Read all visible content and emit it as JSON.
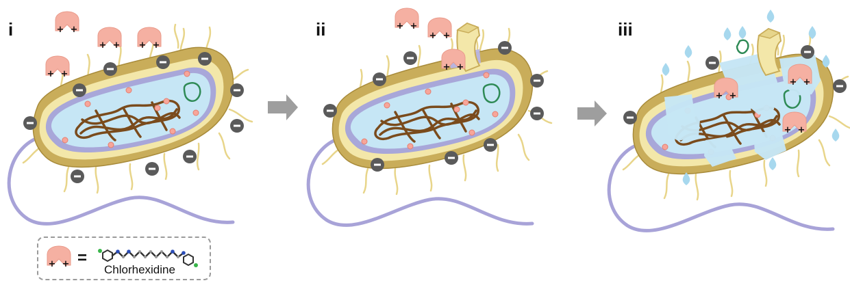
{
  "panels": [
    {
      "label": "i"
    },
    {
      "label": "ii"
    },
    {
      "label": "iii"
    }
  ],
  "legend": {
    "equals": "=",
    "molecule_name": "Chlorhexidine",
    "charge_symbol": "+"
  },
  "symbols": {
    "negative": "−",
    "positive": "+"
  },
  "colors": {
    "cytoplasm": "#c6e6f5",
    "outer_wall": "#c9ad5a",
    "inner_wall": "#f3e7a9",
    "membrane": "#a8a7d9",
    "flagellum": "#a8a3d8",
    "dna": "#7a4b1c",
    "plasmid": "#2e8a55",
    "ribosome": "#f29a8f",
    "chlorhexidine": "#f5b0a2",
    "anion": "#555555",
    "leak_drop": "#9fd3ea"
  }
}
